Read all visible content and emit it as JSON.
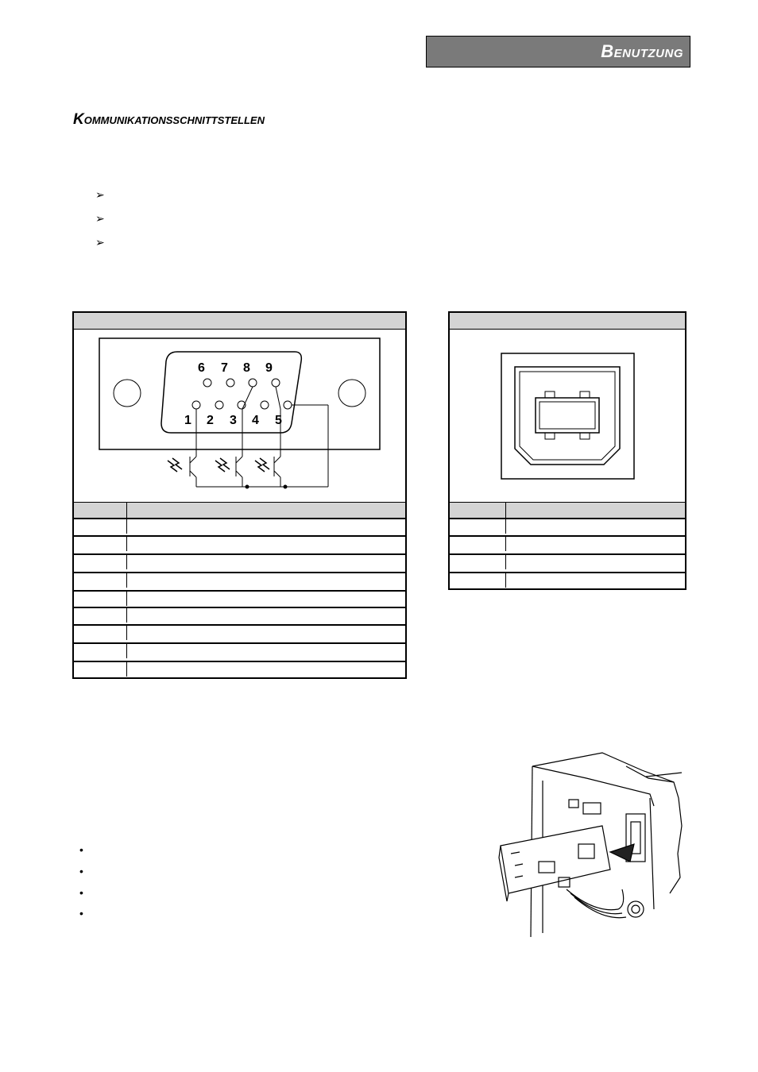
{
  "header": {
    "title": "Benutzung"
  },
  "section": {
    "title": "Kommunikationsschnittstellen"
  },
  "arrow_items": [
    "➢",
    "➢",
    "➢"
  ],
  "db9": {
    "top_pins": [
      "6",
      "7",
      "8",
      "9"
    ],
    "bottom_pins": [
      "1",
      "2",
      "3",
      "4",
      "5"
    ]
  },
  "bullets": [
    "•",
    "•",
    "•",
    "•"
  ]
}
